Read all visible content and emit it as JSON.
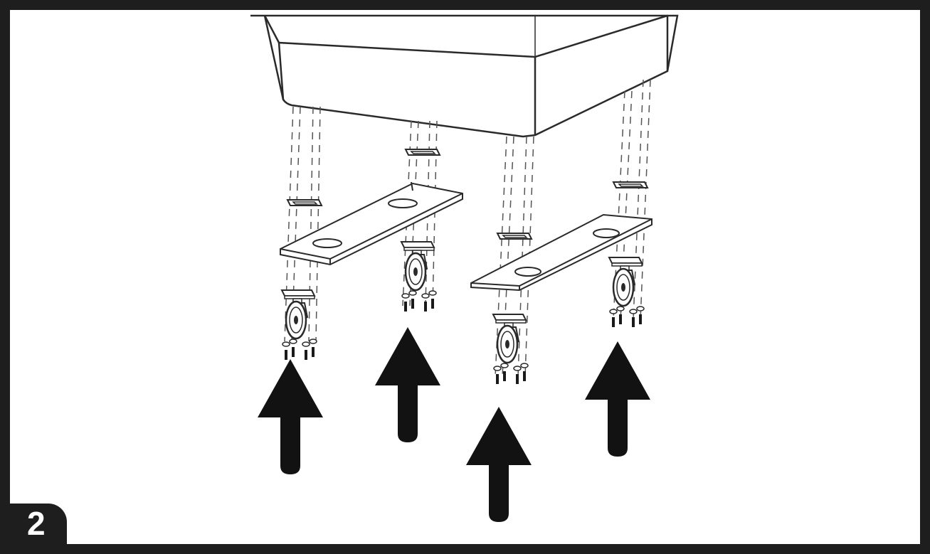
{
  "step": {
    "number": "2"
  },
  "colors": {
    "frame": "#1e1e1e",
    "line": "#2a2a2a",
    "arrow": "#121212",
    "background": "#ffffff"
  },
  "parts": {
    "cabinet": "cabinet-bottom",
    "plates": [
      "mounting-plate-left",
      "mounting-plate-right"
    ],
    "casters": [
      "caster-1",
      "caster-2",
      "caster-3",
      "caster-4"
    ],
    "arrows": [
      "arrow-up-1",
      "arrow-up-2",
      "arrow-up-3",
      "arrow-up-4"
    ]
  }
}
